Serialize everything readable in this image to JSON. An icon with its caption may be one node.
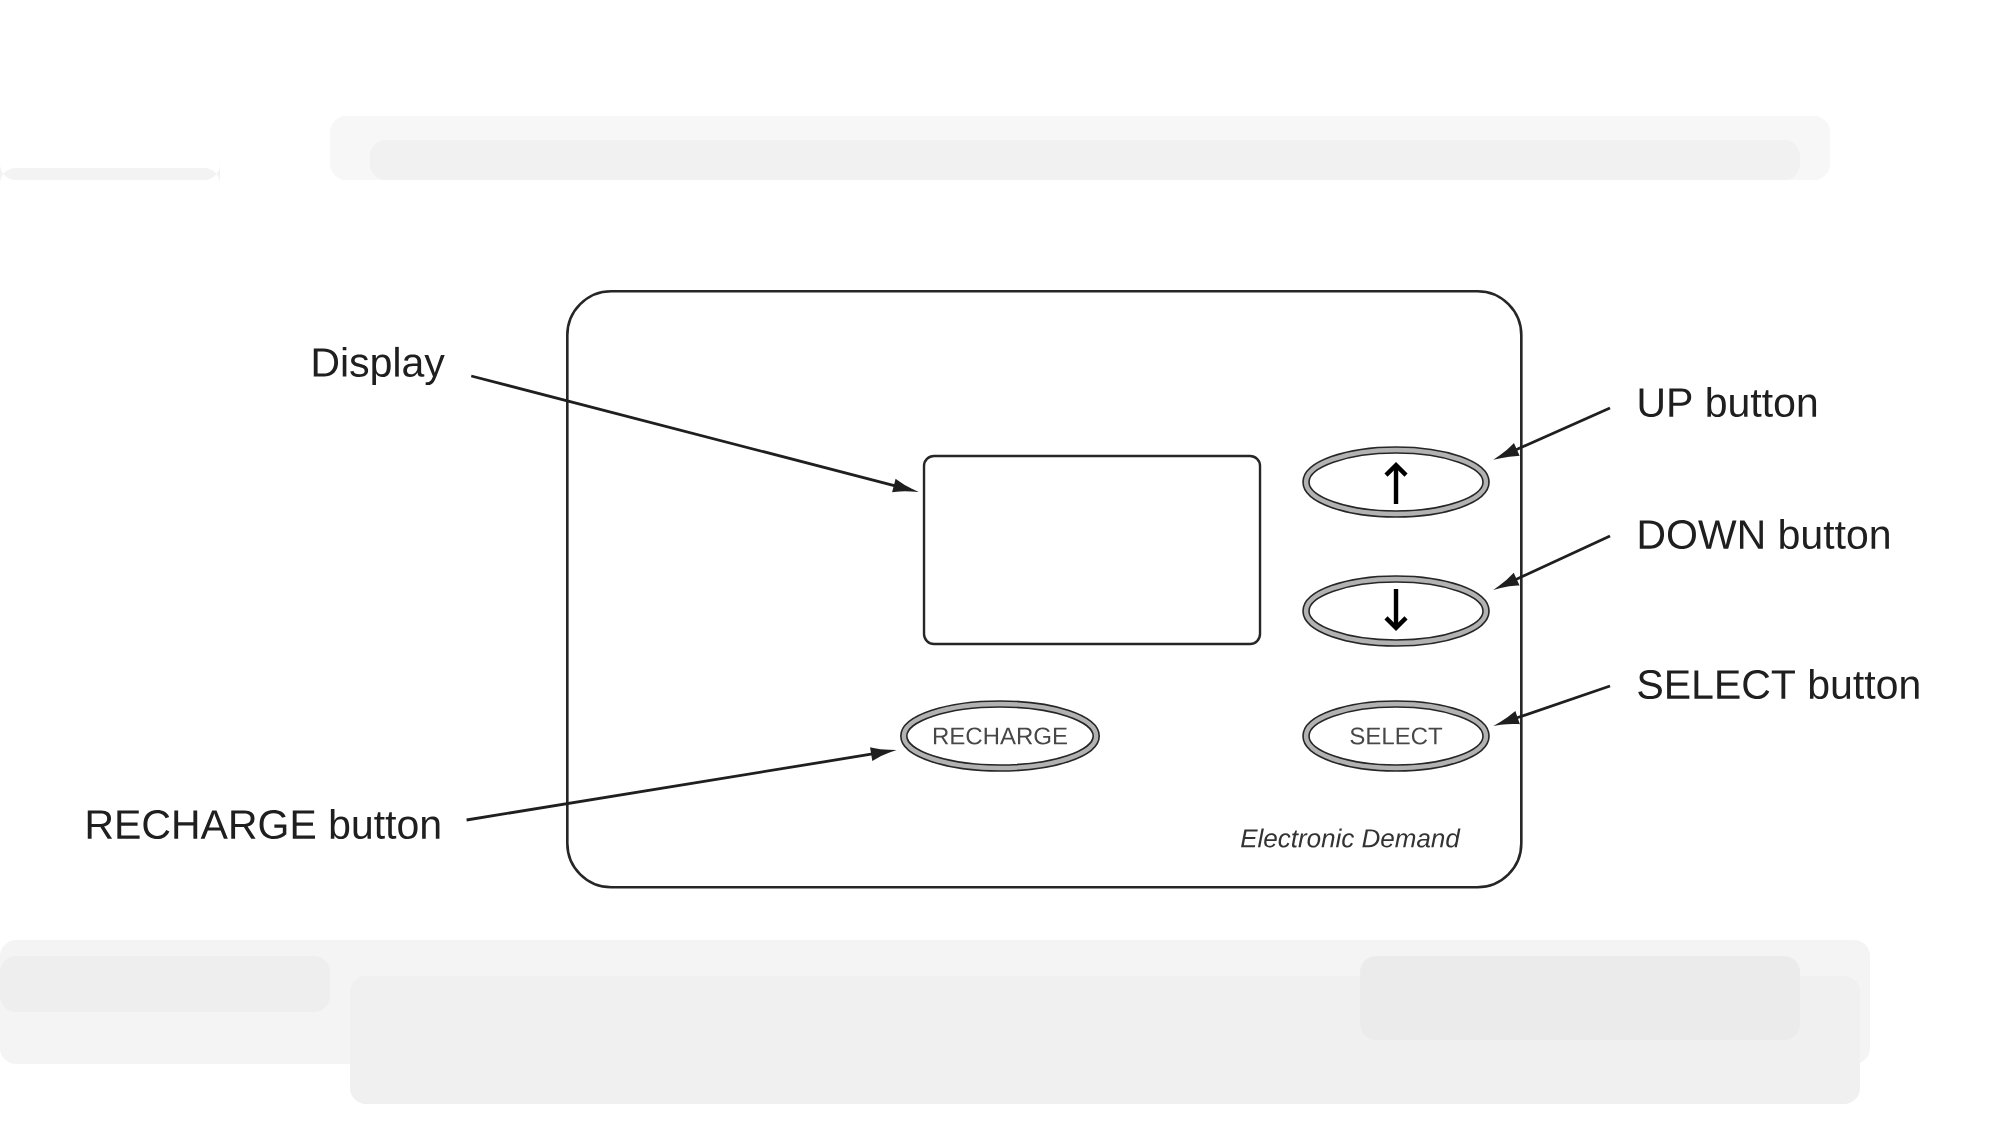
{
  "diagram": {
    "nodes": [
      {
        "text": [
          "Electronic Demand"
        ]
      },
      {
        "text": [
          "Display"
        ]
      },
      {
        "text": [],
        "shape": "box",
        "in": 0
      },
      {
        "text": [
          "UP button"
        ]
      },
      {
        "text": [],
        "shape": "ellipse",
        "in": 0
      },
      {
        "text": [
          "DOWN button"
        ]
      },
      {
        "text": [],
        "shape": "ellipse",
        "in": 0
      },
      {
        "text": [
          "SELECT button"
        ]
      },
      {
        "text": [
          "SELECT"
        ],
        "in": 0
      },
      {
        "text": [
          "RECHARGE button"
        ]
      },
      {
        "text": [
          "RECHARGE"
        ],
        "in": 0
      }
    ],
    "edges": [
      {
        "from": 1,
        "to": 2,
        "arrow": "to"
      },
      {
        "from": 3,
        "to": 4,
        "arrow": "to"
      },
      {
        "from": 5,
        "to": 6,
        "arrow": "to"
      },
      {
        "from": 7,
        "to": 8,
        "arrow": "to"
      },
      {
        "from": 9,
        "to": 10,
        "arrow": "to"
      }
    ]
  }
}
